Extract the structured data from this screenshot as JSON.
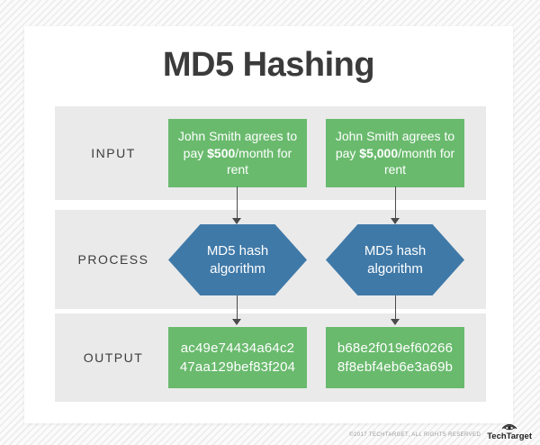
{
  "title": "MD5 Hashing",
  "colors": {
    "green": "#69ba6d",
    "blue": "#3f79a8",
    "band": "#eaeaea",
    "arrow": "#4a4a4a",
    "title": "#3b3b3b"
  },
  "rows": {
    "input": {
      "label": "INPUT",
      "items": [
        {
          "pre": "John Smith agrees to pay ",
          "bold": "$500",
          "post": "/month for rent"
        },
        {
          "pre": "John Smith agrees to pay ",
          "bold": "$5,000",
          "post": "/month for rent"
        }
      ]
    },
    "process": {
      "label": "PROCESS",
      "items": [
        {
          "label": "MD5 hash algorithm"
        },
        {
          "label": "MD5 hash algorithm"
        }
      ]
    },
    "output": {
      "label": "OUTPUT",
      "items": [
        {
          "line1": "ac49e74434a64c2",
          "line2": "47aa129bef83f204"
        },
        {
          "line1": "b68e2f019ef60266",
          "line2": "8f8ebf4eb6e3a69b"
        }
      ]
    }
  },
  "footer": {
    "copyright": "©2017 TECHTARGET, ALL RIGHTS RESERVED",
    "brand": "TechTarget",
    "logo_icon": "eye-icon"
  }
}
